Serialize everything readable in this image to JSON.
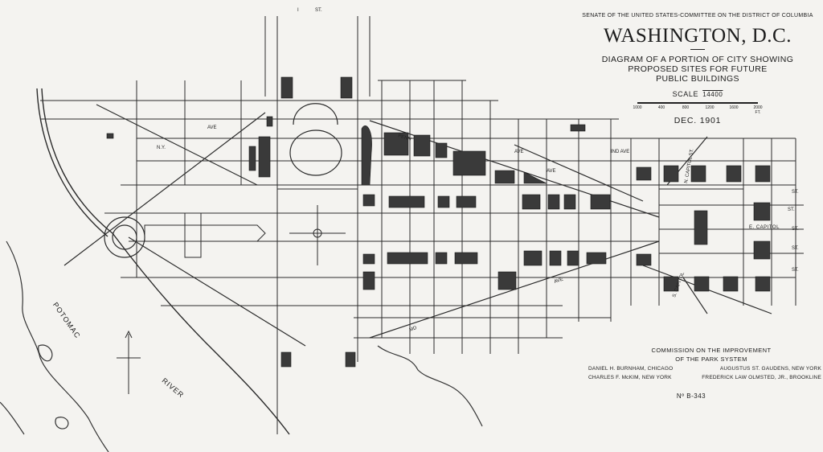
{
  "header": {
    "committee": "SENATE OF THE UNITED STATES-COMMITTEE ON THE DISTRICT OF COLUMBIA",
    "title": "WASHINGTON, D.C.",
    "subtitle_line1": "DIAGRAM OF A PORTION OF CITY SHOWING",
    "subtitle_line2": "PROPOSED SITES FOR FUTURE",
    "subtitle_line3": "PUBLIC BUILDINGS",
    "scale_label": "SCALE",
    "scale_ratio": "14400",
    "scale_ticks": [
      "1000",
      "400",
      "800",
      "1200",
      "1600",
      "2000 FT."
    ],
    "date": "DEC. 1901"
  },
  "commission": {
    "line1": "COMMISSION ON THE IMPROVEMENT",
    "line2": "OF THE PARK SYSTEM",
    "members": [
      [
        "DANIEL H. BURNHAM, CHICAGO",
        "AUGUSTUS ST. GAUDENS, NEW YORK"
      ],
      [
        "CHARLES F. McKIM, NEW YORK",
        "FREDERICK LAW OLMSTED, JR., BROOKLINE"
      ]
    ],
    "drawing_number": "Nº B-343"
  },
  "map_labels": {
    "potomac": "POTOMAC",
    "river": "RIVER",
    "east_capitol": "E. CAPITOL"
  },
  "colors": {
    "paper": "#f4f3f0",
    "ink": "#1c1c1c",
    "building": "#3a3a3a"
  }
}
